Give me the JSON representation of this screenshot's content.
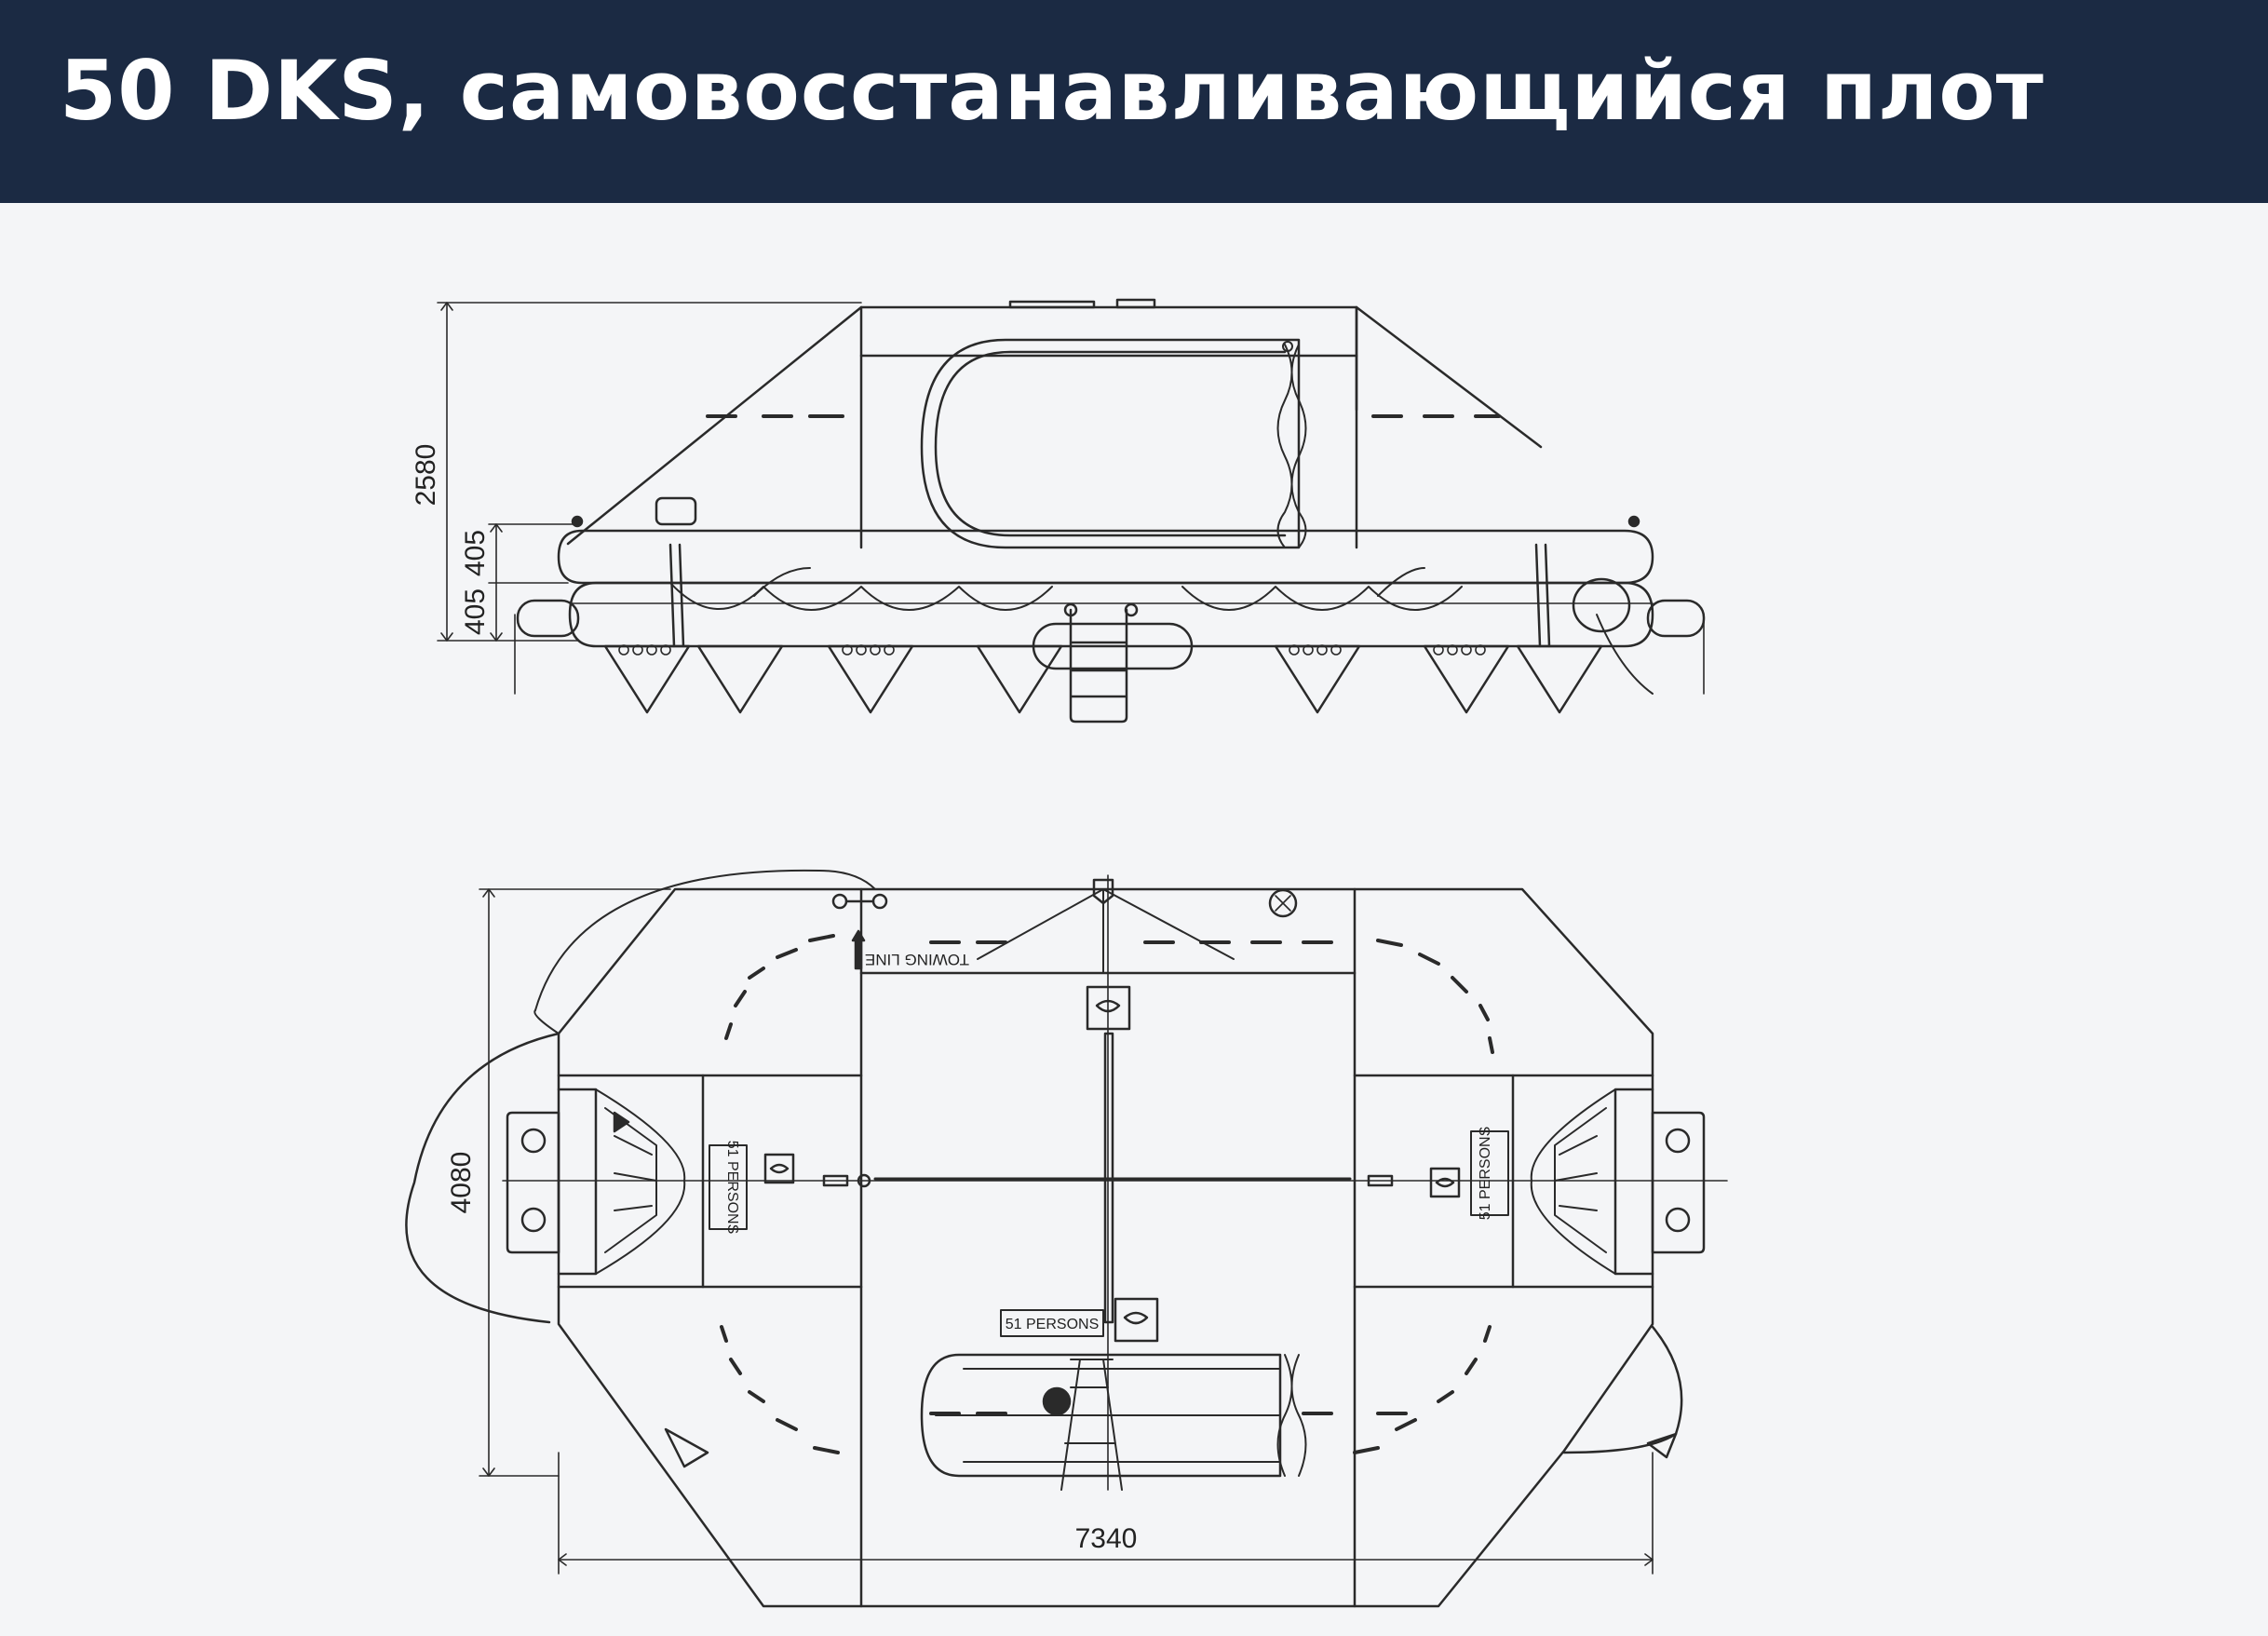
{
  "header": {
    "title": "50 DKS, самовосстанавливающийся плот",
    "background_color": "#1b2a43",
    "text_color": "#ffffff"
  },
  "side_view": {
    "dim_height_total": "2580",
    "dim_upper_tube": "405",
    "dim_lower_tube": "405"
  },
  "plan_view": {
    "dim_width": "4080",
    "dim_length": "7340",
    "label_towing_line": "TOWING LINE",
    "label_persons_left": "51 PERSONS",
    "label_persons_right": "51 PERSONS",
    "label_persons_bottom": "51 PERSONS"
  },
  "colors": {
    "line": "#2a2a2a",
    "paper": "#f4f5f7"
  }
}
